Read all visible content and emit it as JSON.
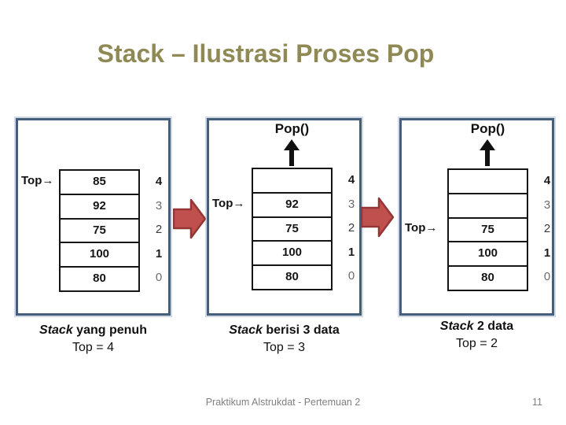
{
  "title": "Stack – Ilustrasi Proses Pop",
  "panels": [
    {
      "id": "stack-full",
      "pop_label": "",
      "top_label": "Top→",
      "cells": [
        "85",
        "92",
        "75",
        "100",
        "80"
      ],
      "indices": [
        "4",
        "3",
        "2",
        "1",
        "0"
      ],
      "caption": {
        "italic": "Stack",
        "rest": " yang penuh",
        "line2": "Top = 4"
      }
    },
    {
      "id": "stack-3-data",
      "pop_label": "Pop()",
      "top_label": "Top→",
      "cells": [
        "",
        "92",
        "75",
        "100",
        "80"
      ],
      "indices": [
        "4",
        "3",
        "2",
        "1",
        "0"
      ],
      "caption": {
        "italic": "Stack",
        "rest": " berisi 3 data",
        "line2": "Top = 3"
      }
    },
    {
      "id": "stack-2-data",
      "pop_label": "Pop()",
      "top_label": "Top→",
      "cells": [
        "",
        "",
        "75",
        "100",
        "80"
      ],
      "indices": [
        "4",
        "3",
        "2",
        "1",
        "0"
      ],
      "caption": {
        "italic": "Stack",
        "rest": " 2 data",
        "line2": "Top = 2"
      }
    }
  ],
  "footer": {
    "text": "Praktikum Alstrukdat - Pertemuan 2",
    "page": "11"
  },
  "colors": {
    "title_text": "#8F8A55",
    "panel_border": "#455F7B",
    "table_border": "#151515",
    "process_arrow_fill": "#C0504D",
    "process_arrow_border": "#943634",
    "pop_arrow": "#111111",
    "footer_text": "#7F7F7F"
  }
}
